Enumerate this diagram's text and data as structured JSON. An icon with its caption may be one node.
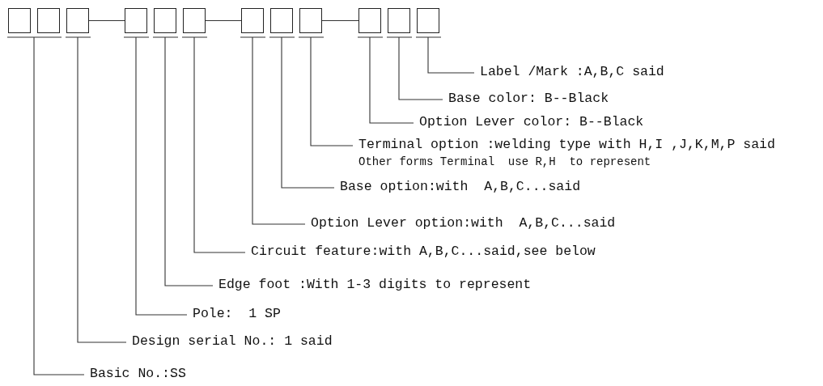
{
  "diagram": {
    "nodes": [
      {
        "text": [],
        "shape": "box"
      },
      {
        "text": [],
        "shape": "box"
      },
      {
        "text": [],
        "shape": "box"
      },
      {
        "text": [],
        "shape": "box"
      },
      {
        "text": [],
        "shape": "box"
      },
      {
        "text": [],
        "shape": "box"
      },
      {
        "text": [],
        "shape": "box"
      },
      {
        "text": [],
        "shape": "box"
      },
      {
        "text": [],
        "shape": "box"
      },
      {
        "text": [],
        "shape": "box"
      },
      {
        "text": [],
        "shape": "box"
      },
      {
        "text": [],
        "shape": "box"
      },
      {
        "text": [
          "Label /Mark :A,B,C said"
        ]
      },
      {
        "text": [
          "Base color: B--Black"
        ]
      },
      {
        "text": [
          "Option Lever color: B--Black"
        ]
      },
      {
        "text": [
          "Terminal option :welding type with H,I ,J,K,M,P said",
          "Other forms Terminal  use R,H  to represent"
        ]
      },
      {
        "text": [
          "Base option:with  A,B,C...said"
        ]
      },
      {
        "text": [
          "Option Lever option:with  A,B,C...said"
        ]
      },
      {
        "text": [
          "Circuit feature:with A,B,C...said,see below"
        ]
      },
      {
        "text": [
          "Edge foot :With 1-3 digits to represent"
        ]
      },
      {
        "text": [
          "Pole:  1 SP"
        ]
      },
      {
        "text": [
          "Design serial No.: 1 said"
        ]
      },
      {
        "text": [
          "Basic No.:SS"
        ]
      }
    ],
    "edges": [
      {
        "from": 2,
        "to": 3,
        "arrow": "none"
      },
      {
        "from": 5,
        "to": 6,
        "arrow": "none"
      },
      {
        "from": 8,
        "to": 9,
        "arrow": "none"
      },
      {
        "from": 12,
        "to": 11,
        "arrow": "none"
      },
      {
        "from": 13,
        "to": 10,
        "arrow": "none"
      },
      {
        "from": 14,
        "to": 9,
        "arrow": "none"
      },
      {
        "from": 15,
        "to": 8,
        "arrow": "none"
      },
      {
        "from": 16,
        "to": 7,
        "arrow": "none"
      },
      {
        "from": 17,
        "to": 6,
        "arrow": "none"
      },
      {
        "from": 18,
        "to": 5,
        "arrow": "none"
      },
      {
        "from": 19,
        "to": 4,
        "arrow": "none"
      },
      {
        "from": 20,
        "to": 3,
        "arrow": "none"
      },
      {
        "from": 21,
        "to": 2,
        "arrow": "none"
      },
      {
        "from": 22,
        "to": 0,
        "arrow": "none"
      },
      {
        "from": 22,
        "to": 1,
        "arrow": "none"
      }
    ]
  }
}
